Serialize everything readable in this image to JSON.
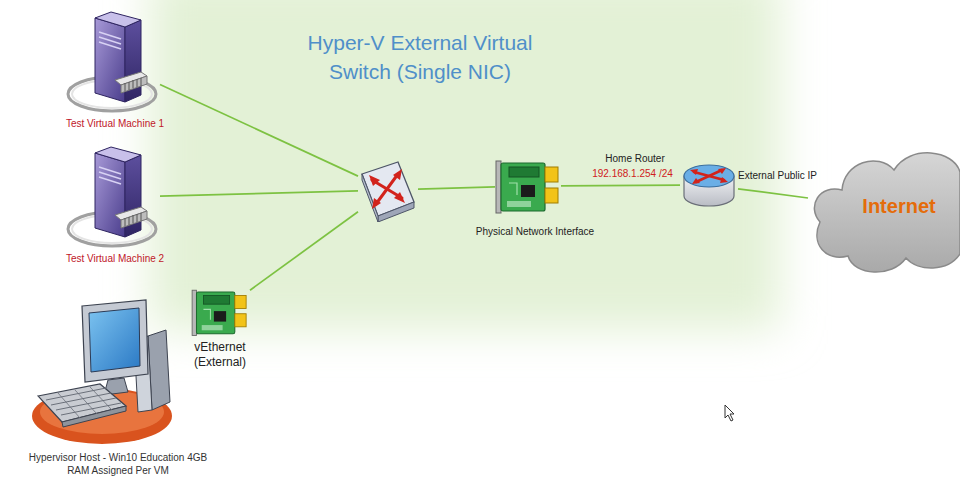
{
  "diagram": {
    "title": "Hyper-V External Virtual Switch (Single NIC)",
    "nodes": [
      {
        "text": [
          "Test Virtual Machine 1"
        ]
      },
      {
        "text": [
          "Test Virtual Machine 2"
        ]
      },
      {
        "text": [
          "Hypervisor Host - Win10 Education 4GB RAM Assigned Per VM"
        ]
      },
      {
        "text": [
          "vEthernet (External)"
        ]
      },
      {
        "text": []
      },
      {
        "text": [
          "Physical Network Interface"
        ]
      },
      {
        "text": [
          "Home Router",
          "192.168.1.254 /24"
        ]
      },
      {
        "text": [
          "Internet"
        ]
      }
    ],
    "edges": [
      {
        "from": 0,
        "to": 4,
        "arrow": "none"
      },
      {
        "from": 1,
        "to": 4,
        "arrow": "none"
      },
      {
        "from": 3,
        "to": 4,
        "arrow": "none"
      },
      {
        "from": 4,
        "to": 5,
        "arrow": "none"
      },
      {
        "from": 5,
        "to": 6,
        "arrow": "none"
      },
      {
        "from": 6,
        "to": 7,
        "label": "External Public IP",
        "arrow": "none"
      }
    ]
  }
}
